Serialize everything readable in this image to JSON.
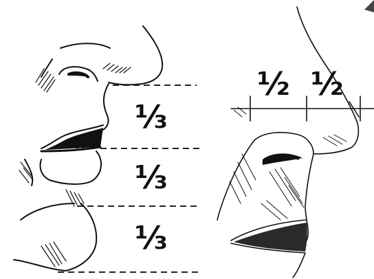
{
  "left_panel": {
    "labels": [
      "⅓",
      "⅓",
      "⅓"
    ]
  },
  "right_panel": {
    "labels": [
      "½",
      "½"
    ]
  },
  "colors": {
    "ink": "#111111",
    "paper": "#ffffff"
  }
}
